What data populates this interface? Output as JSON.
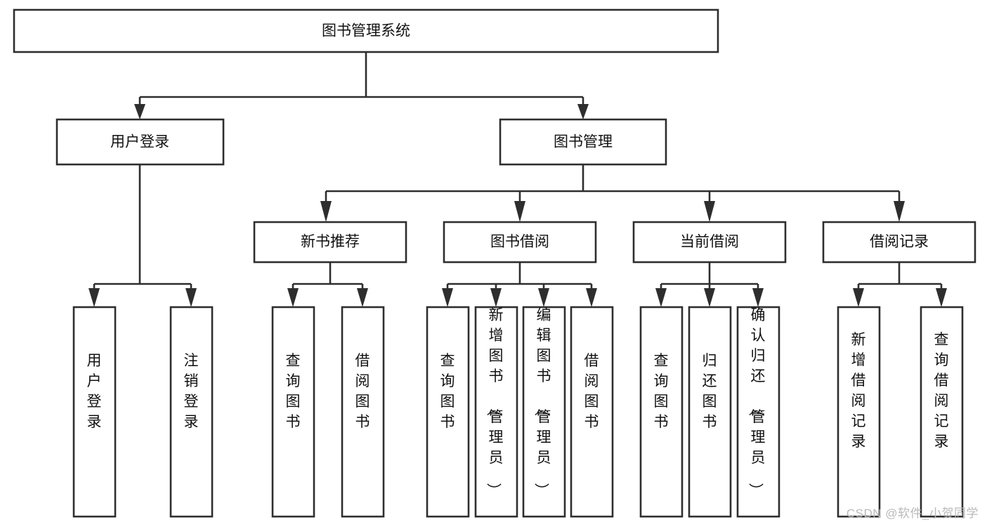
{
  "diagram": {
    "title": "图书管理系统",
    "type": "tree-hierarchy-chart",
    "orientation": "top-down",
    "colors": {
      "box_fill": "#ffffff",
      "box_stroke": "#2e2e2e",
      "connector": "#2e2e2e",
      "text": "#111111",
      "watermark": "#b9b9b9"
    },
    "root": {
      "label": "图书管理系统"
    },
    "level2": [
      {
        "label": "用户登录"
      },
      {
        "label": "图书管理"
      }
    ],
    "level3": [
      {
        "label": "新书推荐"
      },
      {
        "label": "图书借阅"
      },
      {
        "label": "当前借阅"
      },
      {
        "label": "借阅记录"
      }
    ],
    "leaves": {
      "user_login": [
        {
          "label": "用户登录"
        },
        {
          "label": "注销登录"
        }
      ],
      "new_book_recommend": [
        {
          "label": "查询图书"
        },
        {
          "label": "借阅图书"
        }
      ],
      "book_borrow": [
        {
          "label": "查询图书"
        },
        {
          "label": "新增图书（管理员）"
        },
        {
          "label": "编辑图书（管理员）"
        },
        {
          "label": "借阅图书"
        }
      ],
      "current_borrow": [
        {
          "label": "查询图书"
        },
        {
          "label": "归还图书"
        },
        {
          "label": "确认归还（管理员）"
        }
      ],
      "borrow_record": [
        {
          "label": "新增借阅记录"
        },
        {
          "label": "查询借阅记录"
        }
      ]
    },
    "watermark": "CSDN @软件_小贺同学"
  }
}
